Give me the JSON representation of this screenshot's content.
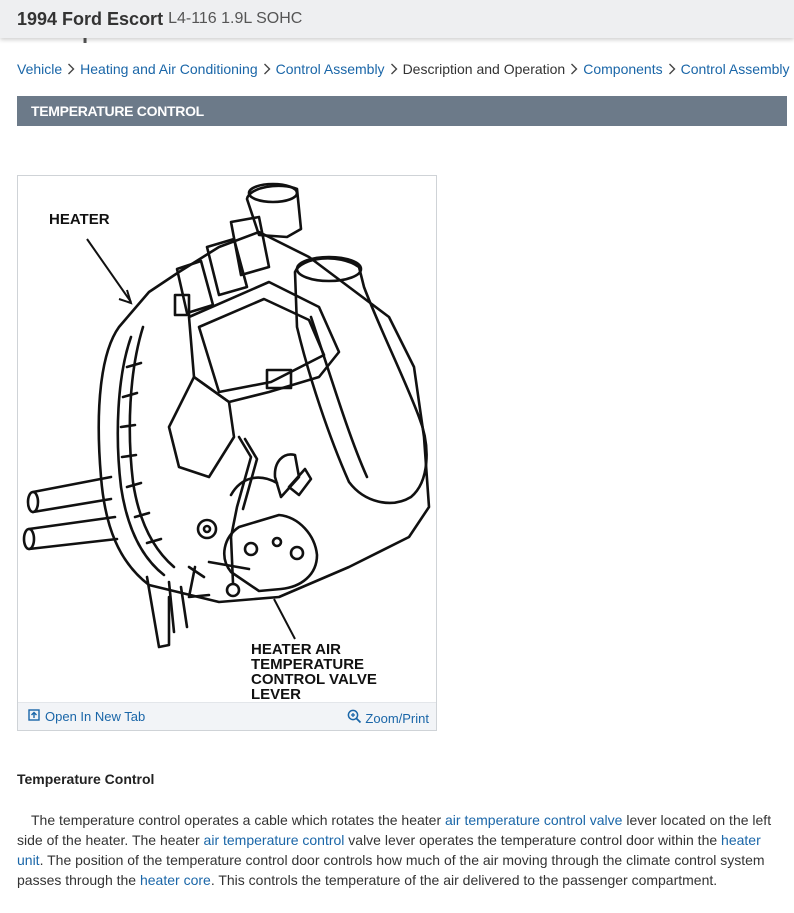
{
  "header": {
    "vehicle": "1994 Ford Escort",
    "engine": "L4-116 1.9L SOHC"
  },
  "page_title": "Temperature Control",
  "breadcrumb": [
    {
      "label": "Vehicle",
      "link": true
    },
    {
      "label": "Heating and Air Conditioning",
      "link": true
    },
    {
      "label": "Control Assembly",
      "link": true
    },
    {
      "label": "Description and Operation",
      "link": false
    },
    {
      "label": "Components",
      "link": true
    },
    {
      "label": "Control Assembly",
      "link": true
    }
  ],
  "section_heading": "TEMPERATURE CONTROL",
  "figure": {
    "label_heater": "HEATER",
    "label_lever": [
      "HEATER AIR",
      "TEMPERATURE",
      "CONTROL VALVE",
      "LEVER"
    ],
    "open_new_tab": "Open In New Tab",
    "zoom_print": "Zoom/Print"
  },
  "body": {
    "title": "Temperature Control",
    "p1_a": "The temperature control operates a cable which rotates the heater ",
    "p1_link1": "air temperature control valve",
    "p1_b": " lever located on the left side of the heater. The heater ",
    "p1_link2": "air temperature control",
    "p1_c": " valve lever operates the temperature control door within the ",
    "p1_link3": "heater unit",
    "p1_d": ". The position of the temperature control door controls how much of the air moving through the climate control system passes through the ",
    "p1_link4": "heater core",
    "p1_e": ". This controls the temperature of the air delivered to the passenger compartment."
  },
  "colors": {
    "link": "#1a66a8",
    "section_bar": "#6c7a89",
    "topbar": "#eeeff1"
  }
}
